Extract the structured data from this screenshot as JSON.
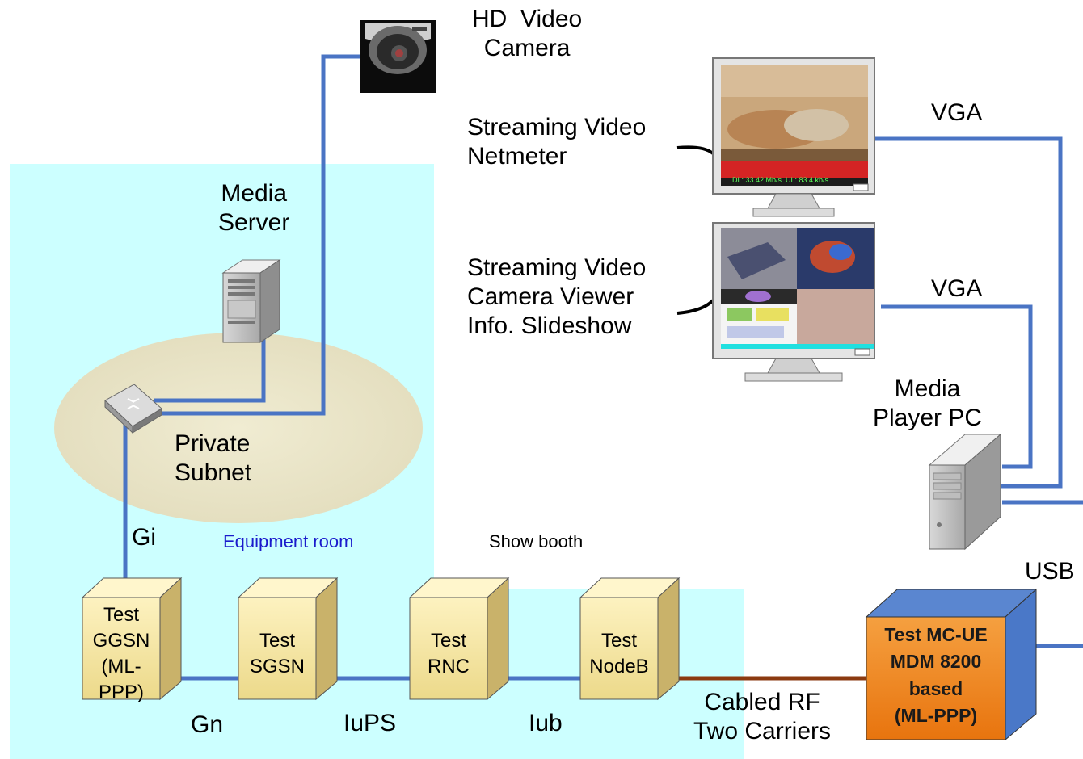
{
  "labels": {
    "hd_camera": "HD  Video\nCamera",
    "media_server": "Media\nServer",
    "private_subnet": "Private\nSubnet",
    "streaming_netmeter": "Streaming Video\nNetmeter",
    "streaming_viewer": "Streaming Video\nCamera Viewer\nInfo. Slideshow",
    "vga_top": "VGA",
    "vga_bottom": "VGA",
    "media_player_pc": "Media\nPlayer PC",
    "usb": "USB",
    "equipment_room": "Equipment room",
    "show_booth": "Show booth",
    "gi": "Gi",
    "gn": "Gn",
    "iups": "IuPS",
    "iub": "Iub",
    "cabled_rf": "Cabled RF\nTwo Carriers"
  },
  "boxes": {
    "ggsn": "Test\nGGSN\n(ML-\nPPP)",
    "sgsn": "Test\nSGSN",
    "rnc": "Test\nRNC",
    "nodeb": "Test\nNodeB",
    "ue": "Test MC-UE\nMDM 8200\nbased\n(ML-PPP)"
  },
  "monitor_top_status": "DL: 33.42 Mb/s  UL: 83.4 kb/s",
  "colors": {
    "room_bg": "#ccffff",
    "subnet_bg": "#e6e2c4",
    "link_blue": "#4a74c4",
    "link_rf": "#8b3a10",
    "box_yellow": "#f7e8a0",
    "ue_orange": "#f08a20",
    "ue_blue": "#4a78c8"
  }
}
